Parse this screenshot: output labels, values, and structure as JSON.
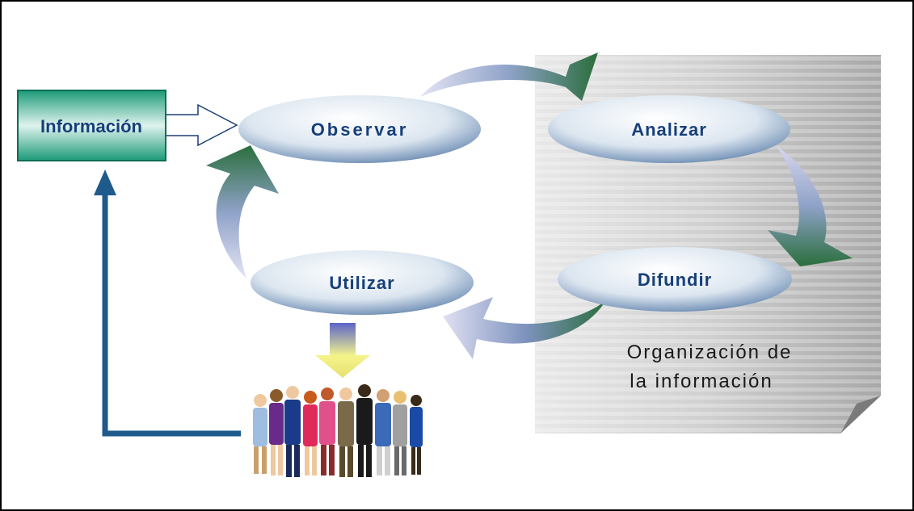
{
  "diagram": {
    "source_box": {
      "label": "Información"
    },
    "stages": {
      "observar": "Observar",
      "analizar": "Analizar",
      "difundir": "Difundir",
      "utilizar": "Utilizar"
    },
    "panel": {
      "line1": "Organización de",
      "line2": "la información"
    },
    "colors": {
      "ellipse_light": "#f4f8fb",
      "ellipse_dark": "#1d3f73",
      "node_text": "#173f7a",
      "arrow_light": "#dcdcf0",
      "arrow_dark": "#2a6e3c",
      "feedback_line": "#1e5a8c",
      "panel_gray": "#c0c0c0",
      "source_teal": "#2aa88a"
    }
  }
}
